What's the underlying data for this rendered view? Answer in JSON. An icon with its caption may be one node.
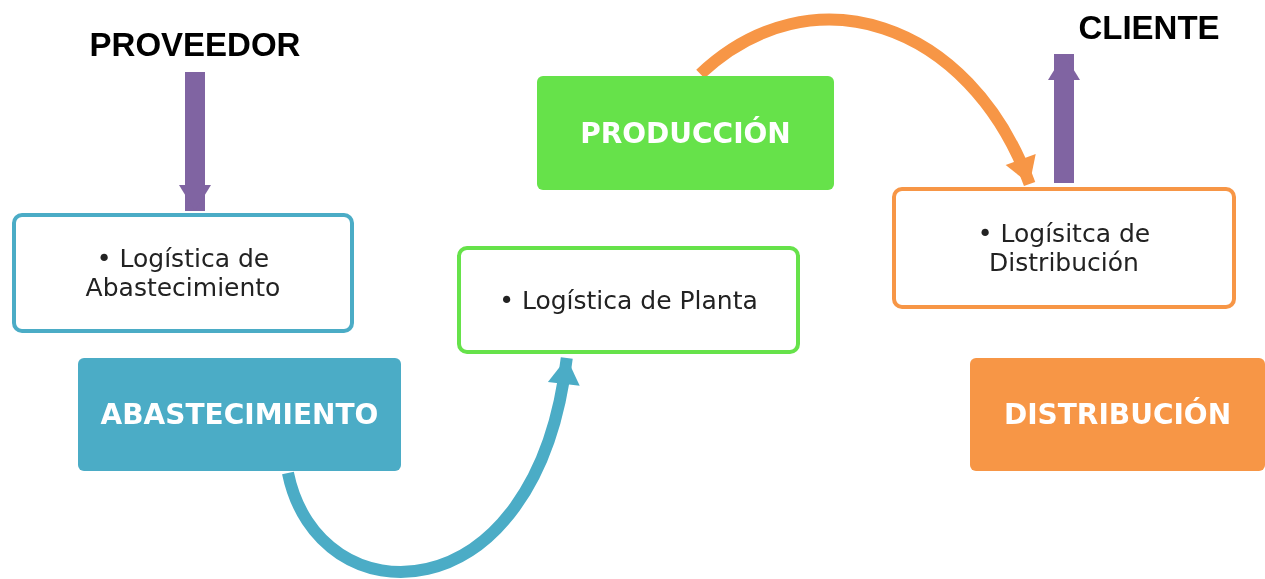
{
  "diagram": {
    "nodes": [
      {
        "text": [
          "PROVEEDOR"
        ]
      },
      {
        "text": [
          "• Logística de Abastecimiento"
        ]
      },
      {
        "text": [
          "ABASTECIMIENTO"
        ]
      },
      {
        "text": [
          "• Logística de Planta"
        ]
      },
      {
        "text": [
          "PRODUCCIÓN"
        ]
      },
      {
        "text": [
          "• Logísitca de Distribución"
        ]
      },
      {
        "text": [
          "DISTRIBUCIÓN"
        ]
      },
      {
        "text": [
          "CLIENTE"
        ]
      }
    ],
    "edges": [
      {
        "from": 0,
        "to": 1,
        "arrow": "to"
      },
      {
        "from": 2,
        "to": 3,
        "arrow": "to",
        "color": "#4bacc6"
      },
      {
        "from": 4,
        "to": 5,
        "arrow": "to",
        "color": "#f79646"
      },
      {
        "from": 5,
        "to": 7,
        "arrow": "to"
      }
    ]
  }
}
